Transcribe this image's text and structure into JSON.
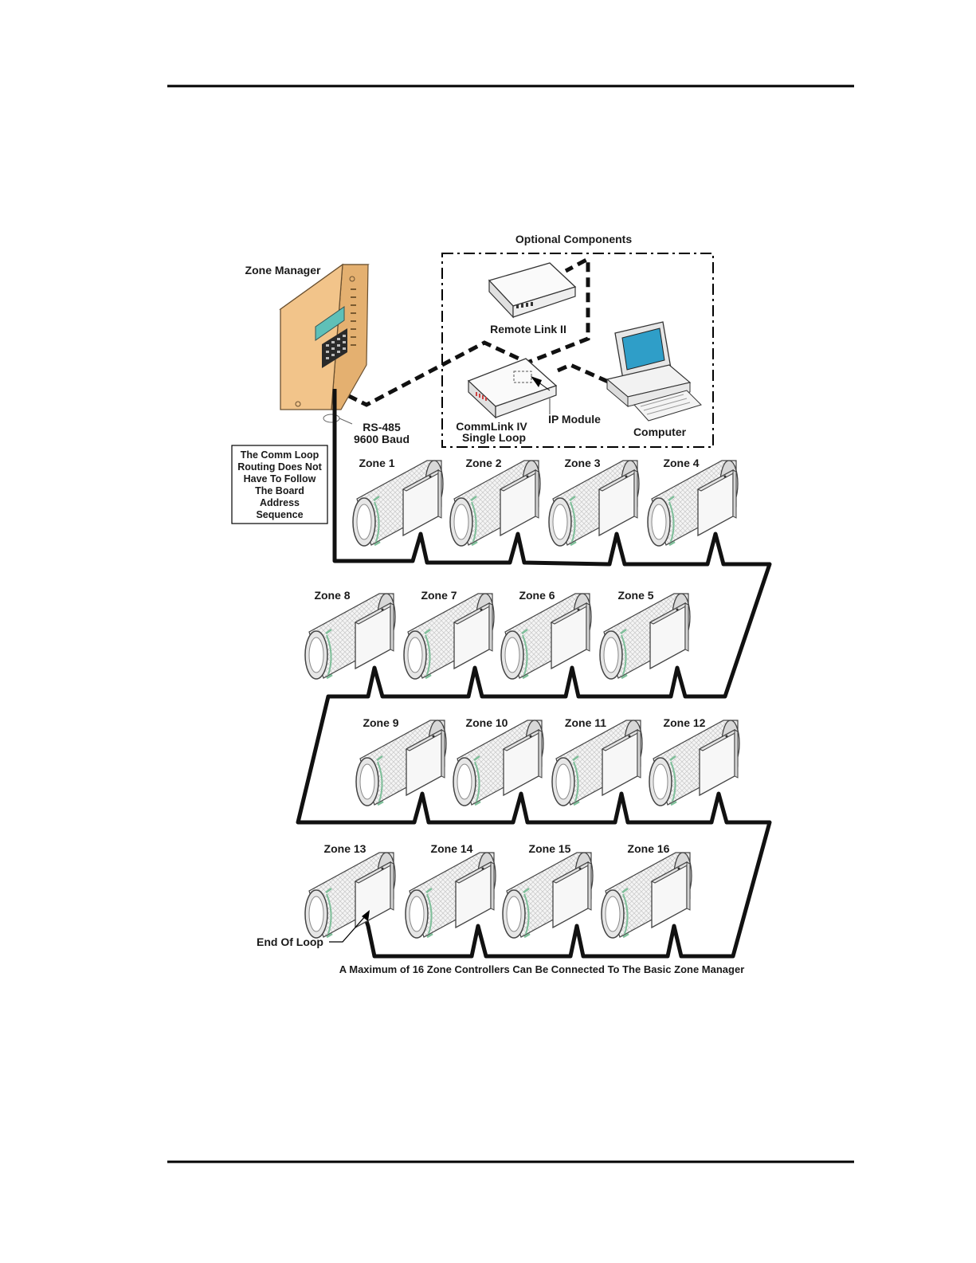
{
  "optional_title": "Optional Components",
  "zone_manager_label": "Zone Manager",
  "remote_link_label": "Remote Link II",
  "commlink_label": [
    "CommLink IV",
    "Single Loop"
  ],
  "ip_module_label": "IP Module",
  "computer_label": "Computer",
  "rs485_label": [
    "RS-485",
    "9600 Baud"
  ],
  "note_lines": [
    "The Comm Loop",
    "Routing Does Not",
    "Have To Follow",
    "The Board",
    "Address",
    "Sequence"
  ],
  "end_of_loop_label": "End Of Loop",
  "caption": "A Maximum of 16 Zone Controllers Can Be Connected To The Basic Zone Manager",
  "zones": [
    "Zone 1",
    "Zone 2",
    "Zone 3",
    "Zone 4",
    "Zone 5",
    "Zone 6",
    "Zone 7",
    "Zone 8",
    "Zone 9",
    "Zone 10",
    "Zone 11",
    "Zone 12",
    "Zone 13",
    "Zone 14",
    "Zone 15",
    "Zone 16"
  ],
  "colors": {
    "enclosure": "#f2c48a",
    "screen": "#2f9ec8",
    "lcd": "#5fc0b8",
    "wire": "#111111"
  }
}
